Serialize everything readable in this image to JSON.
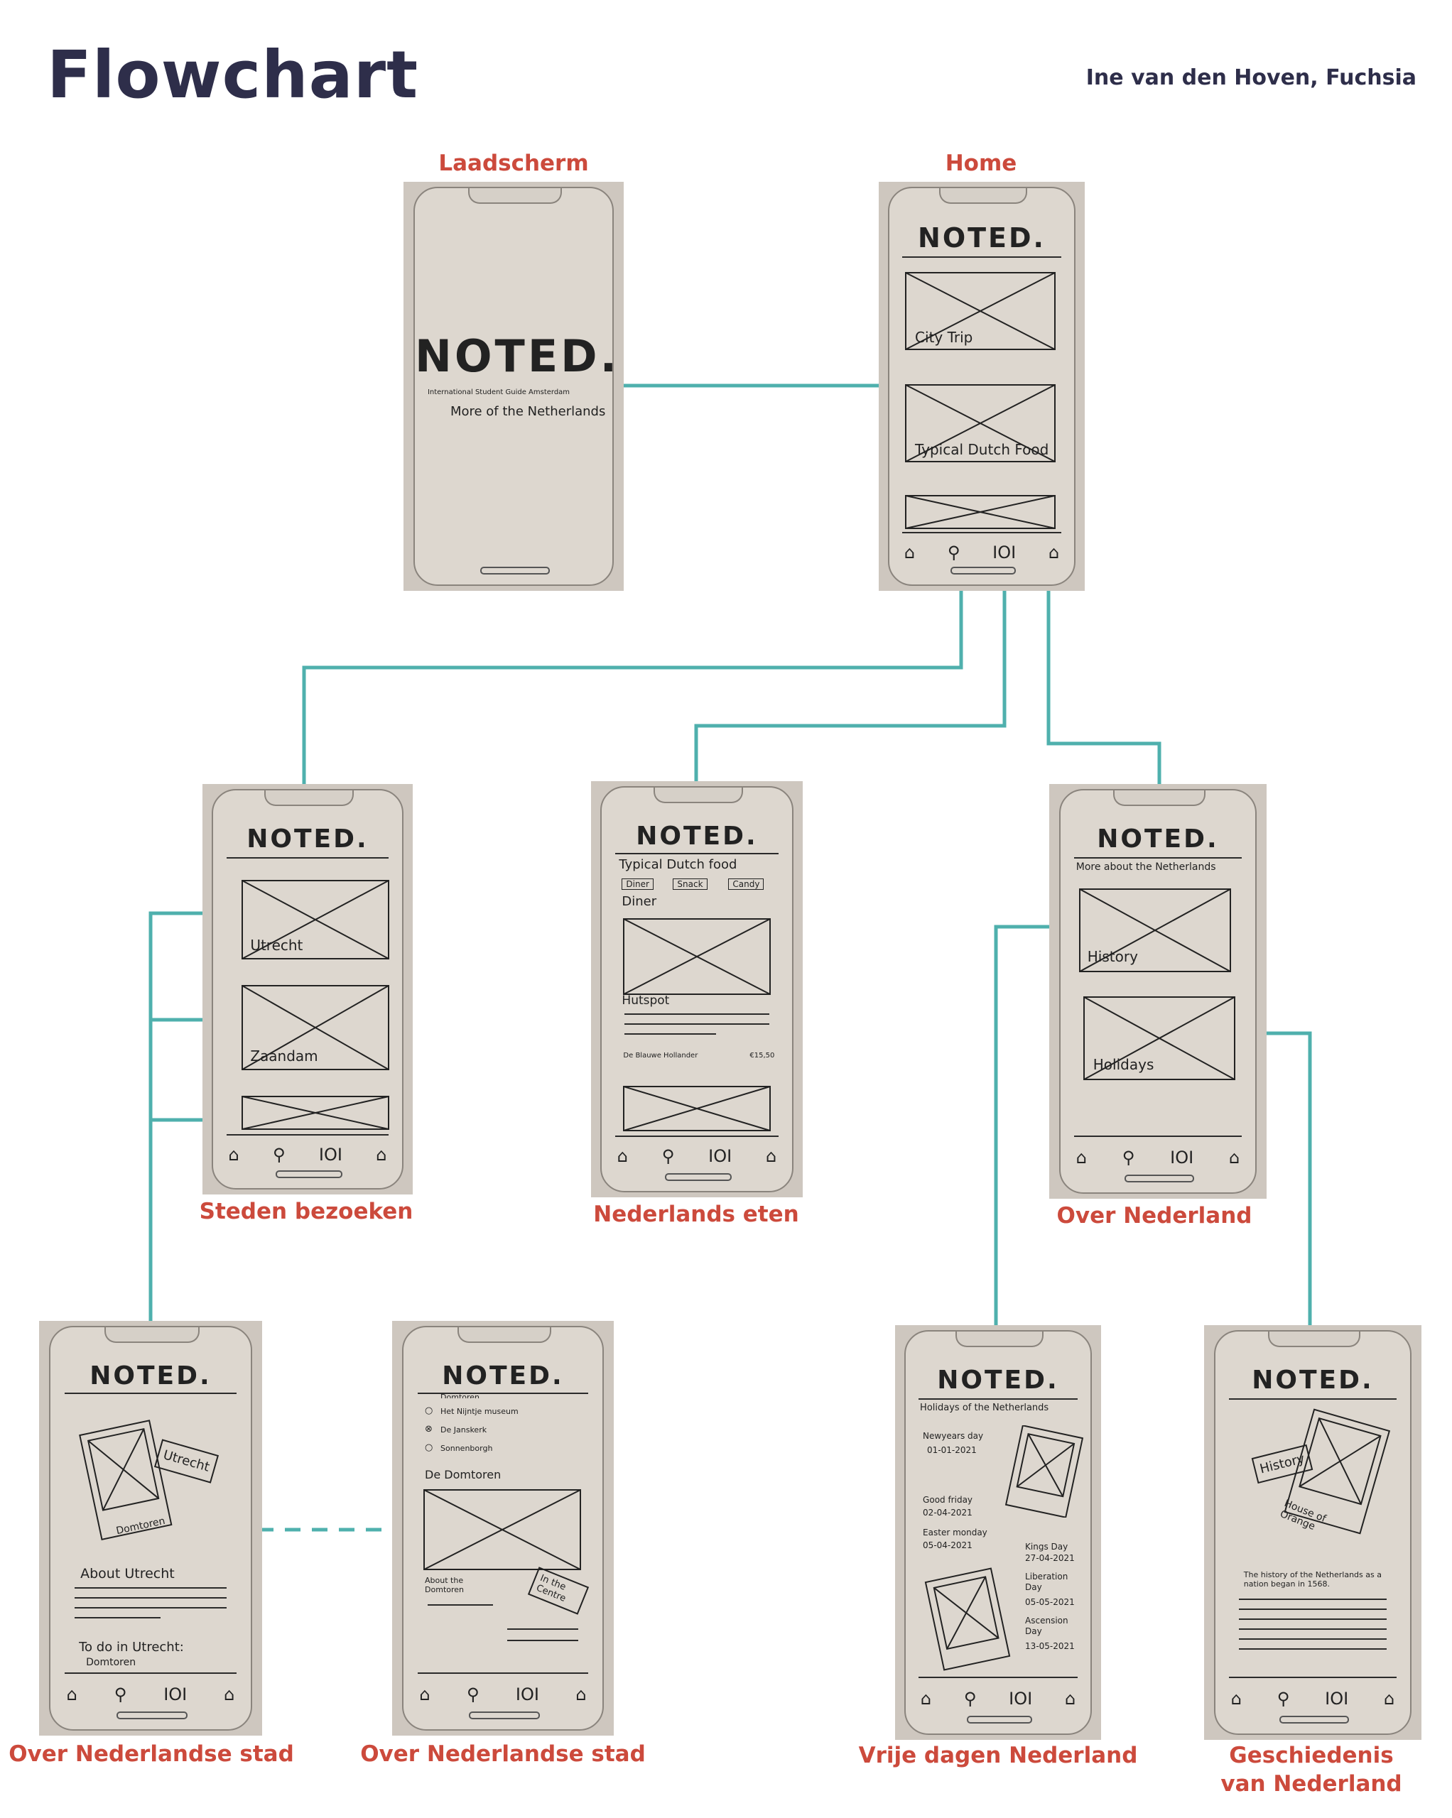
{
  "header": {
    "title": "Flowchart",
    "author": "Ine van den Hoven, Fuchsia"
  },
  "colors": {
    "title": "#2e2e4a",
    "label": "#cc4a3c",
    "connector": "#4fb0ad",
    "paper": "#ddd7cf"
  },
  "logo": "NOTED.",
  "nav_icons": [
    "home-icon",
    "location-pin-icon",
    "food-icon",
    "graduation-cap-icon"
  ],
  "screens": {
    "laadscherm": {
      "label": "Laadscherm",
      "subtitle": "International Student Guide Amsterdam",
      "tagline": "More of the Netherlands"
    },
    "home": {
      "label": "Home",
      "cards": [
        "City Trip",
        "Typical Dutch Food"
      ]
    },
    "steden": {
      "label": "Steden bezoeken",
      "cards": [
        "Utrecht",
        "Zaandam"
      ]
    },
    "eten": {
      "label": "Nederlands eten",
      "heading": "Typical Dutch food",
      "tags": [
        "Diner",
        "Snack",
        "Candy"
      ],
      "section": "Diner",
      "dish": "Hutspot",
      "place": "De Blauwe Hollander",
      "price": "€15,50"
    },
    "over": {
      "label": "Over Nederland",
      "heading": "More about the Netherlands",
      "cards": [
        "History",
        "Holidays"
      ]
    },
    "stad1": {
      "label": "Over Nederlandse stad",
      "photo_captions": [
        "Utrecht",
        "Domtoren"
      ],
      "about": "About Utrecht",
      "todo": "To do in Utrecht:",
      "todo_first": "Domtoren"
    },
    "stad2": {
      "label": "Over Nederlandse stad",
      "checklist": [
        "Domtoren",
        "Het Nijntje museum",
        "De Janskerk",
        "Sonnenborgh"
      ],
      "heading": "De Domtoren",
      "about": "About the Domtoren",
      "tag": "In the Centre"
    },
    "vrije": {
      "label": "Vrije dagen Nederland",
      "heading": "Holidays of the Netherlands",
      "holidays_left": [
        {
          "name": "Newyears day",
          "date": "01-01-2021"
        },
        {
          "name": "Good friday",
          "date": "02-04-2021"
        },
        {
          "name": "Easter monday",
          "date": "05-04-2021"
        }
      ],
      "holidays_right": [
        {
          "name": "Kings Day",
          "date": "27-04-2021"
        },
        {
          "name": "Liberation Day",
          "date": "05-05-2021"
        },
        {
          "name": "Ascension Day",
          "date": "13-05-2021"
        }
      ]
    },
    "geschiedenis": {
      "label": "Geschiedenis van Nederland",
      "captions": [
        "History",
        "House of Orange"
      ],
      "text": "The history of the Netherlands as a nation began in 1568."
    }
  }
}
